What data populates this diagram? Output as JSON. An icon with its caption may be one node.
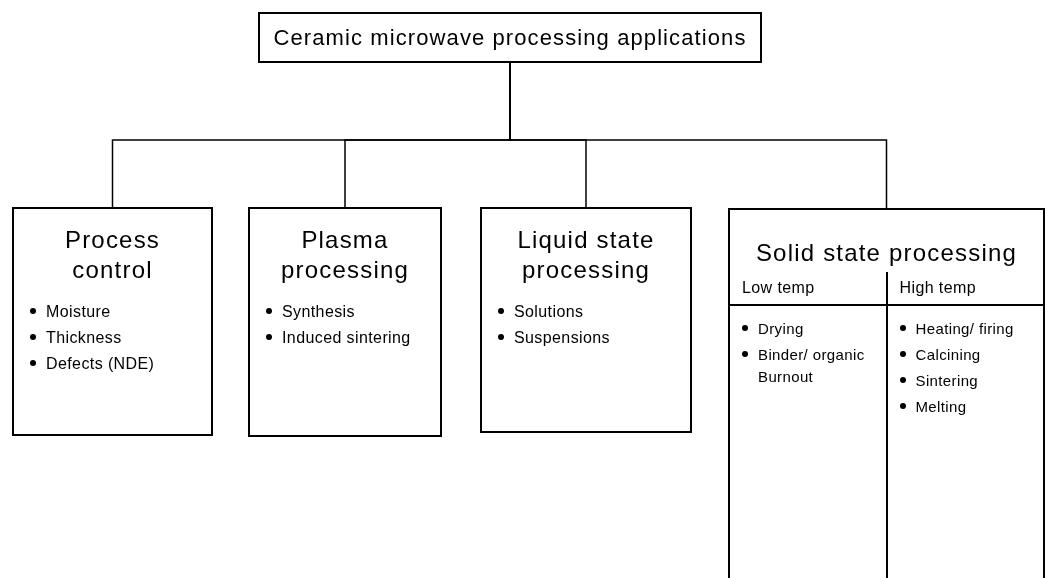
{
  "diagram": {
    "nodes": [
      {
        "text": [
          "Ceramic microwave processing applications"
        ]
      },
      {
        "text": [
          "Process control",
          "Moisture",
          "Thickness",
          "Defects (NDE)"
        ]
      },
      {
        "text": [
          "Plasma processing",
          "Synthesis",
          "Induced sintering"
        ]
      },
      {
        "text": [
          "Liquid state processing",
          "Solutions",
          "Suspensions"
        ]
      },
      {
        "text": [
          "Solid state processing"
        ]
      },
      {
        "text": [
          "Low temp",
          "Drying",
          "Binder/ organic Burnout"
        ],
        "in": 4
      },
      {
        "text": [
          "High temp",
          "Heating/ firing",
          "Calcining",
          "Sintering",
          "Melting"
        ],
        "in": 4
      }
    ],
    "edges": [
      {
        "from": 0,
        "to": 1,
        "arrow": "none"
      },
      {
        "from": 0,
        "to": 2,
        "arrow": "none"
      },
      {
        "from": 0,
        "to": 3,
        "arrow": "none"
      },
      {
        "from": 0,
        "to": 4,
        "arrow": "none"
      }
    ]
  }
}
